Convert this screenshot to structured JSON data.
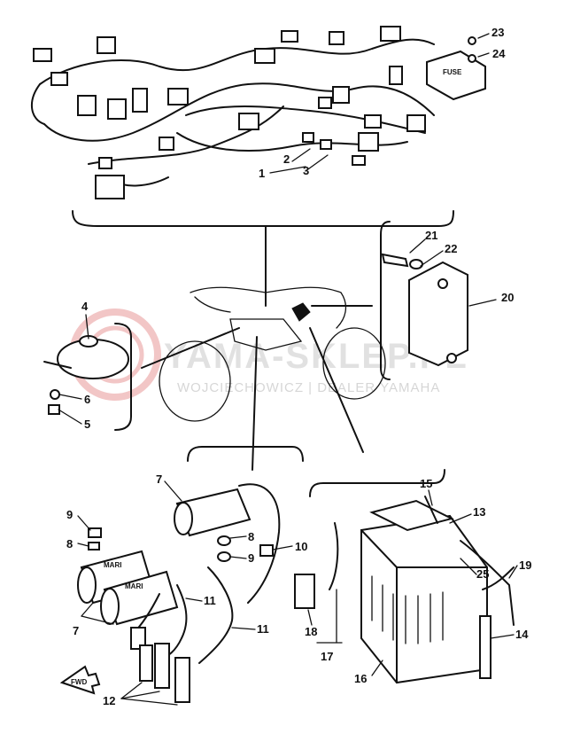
{
  "watermark": {
    "brand": "YAMA-SKLEP.PL",
    "subtitle": "WOJCIECHOWICZ | DEALER YAMAHA"
  },
  "labels": {
    "fuse_box": "FUSE",
    "fwd_arrow": "FWD",
    "coil_marks": "MARI"
  },
  "callouts": [
    "1",
    "2",
    "3",
    "4",
    "5",
    "6",
    "7",
    "7",
    "8",
    "8",
    "9",
    "9",
    "10",
    "11",
    "11",
    "12",
    "13",
    "14",
    "15",
    "16",
    "17",
    "18",
    "19",
    "20",
    "21",
    "22",
    "23",
    "24",
    "25"
  ],
  "colors": {
    "ink": "#111111",
    "paper": "#ffffff",
    "watermark": "#d8d8d8"
  }
}
